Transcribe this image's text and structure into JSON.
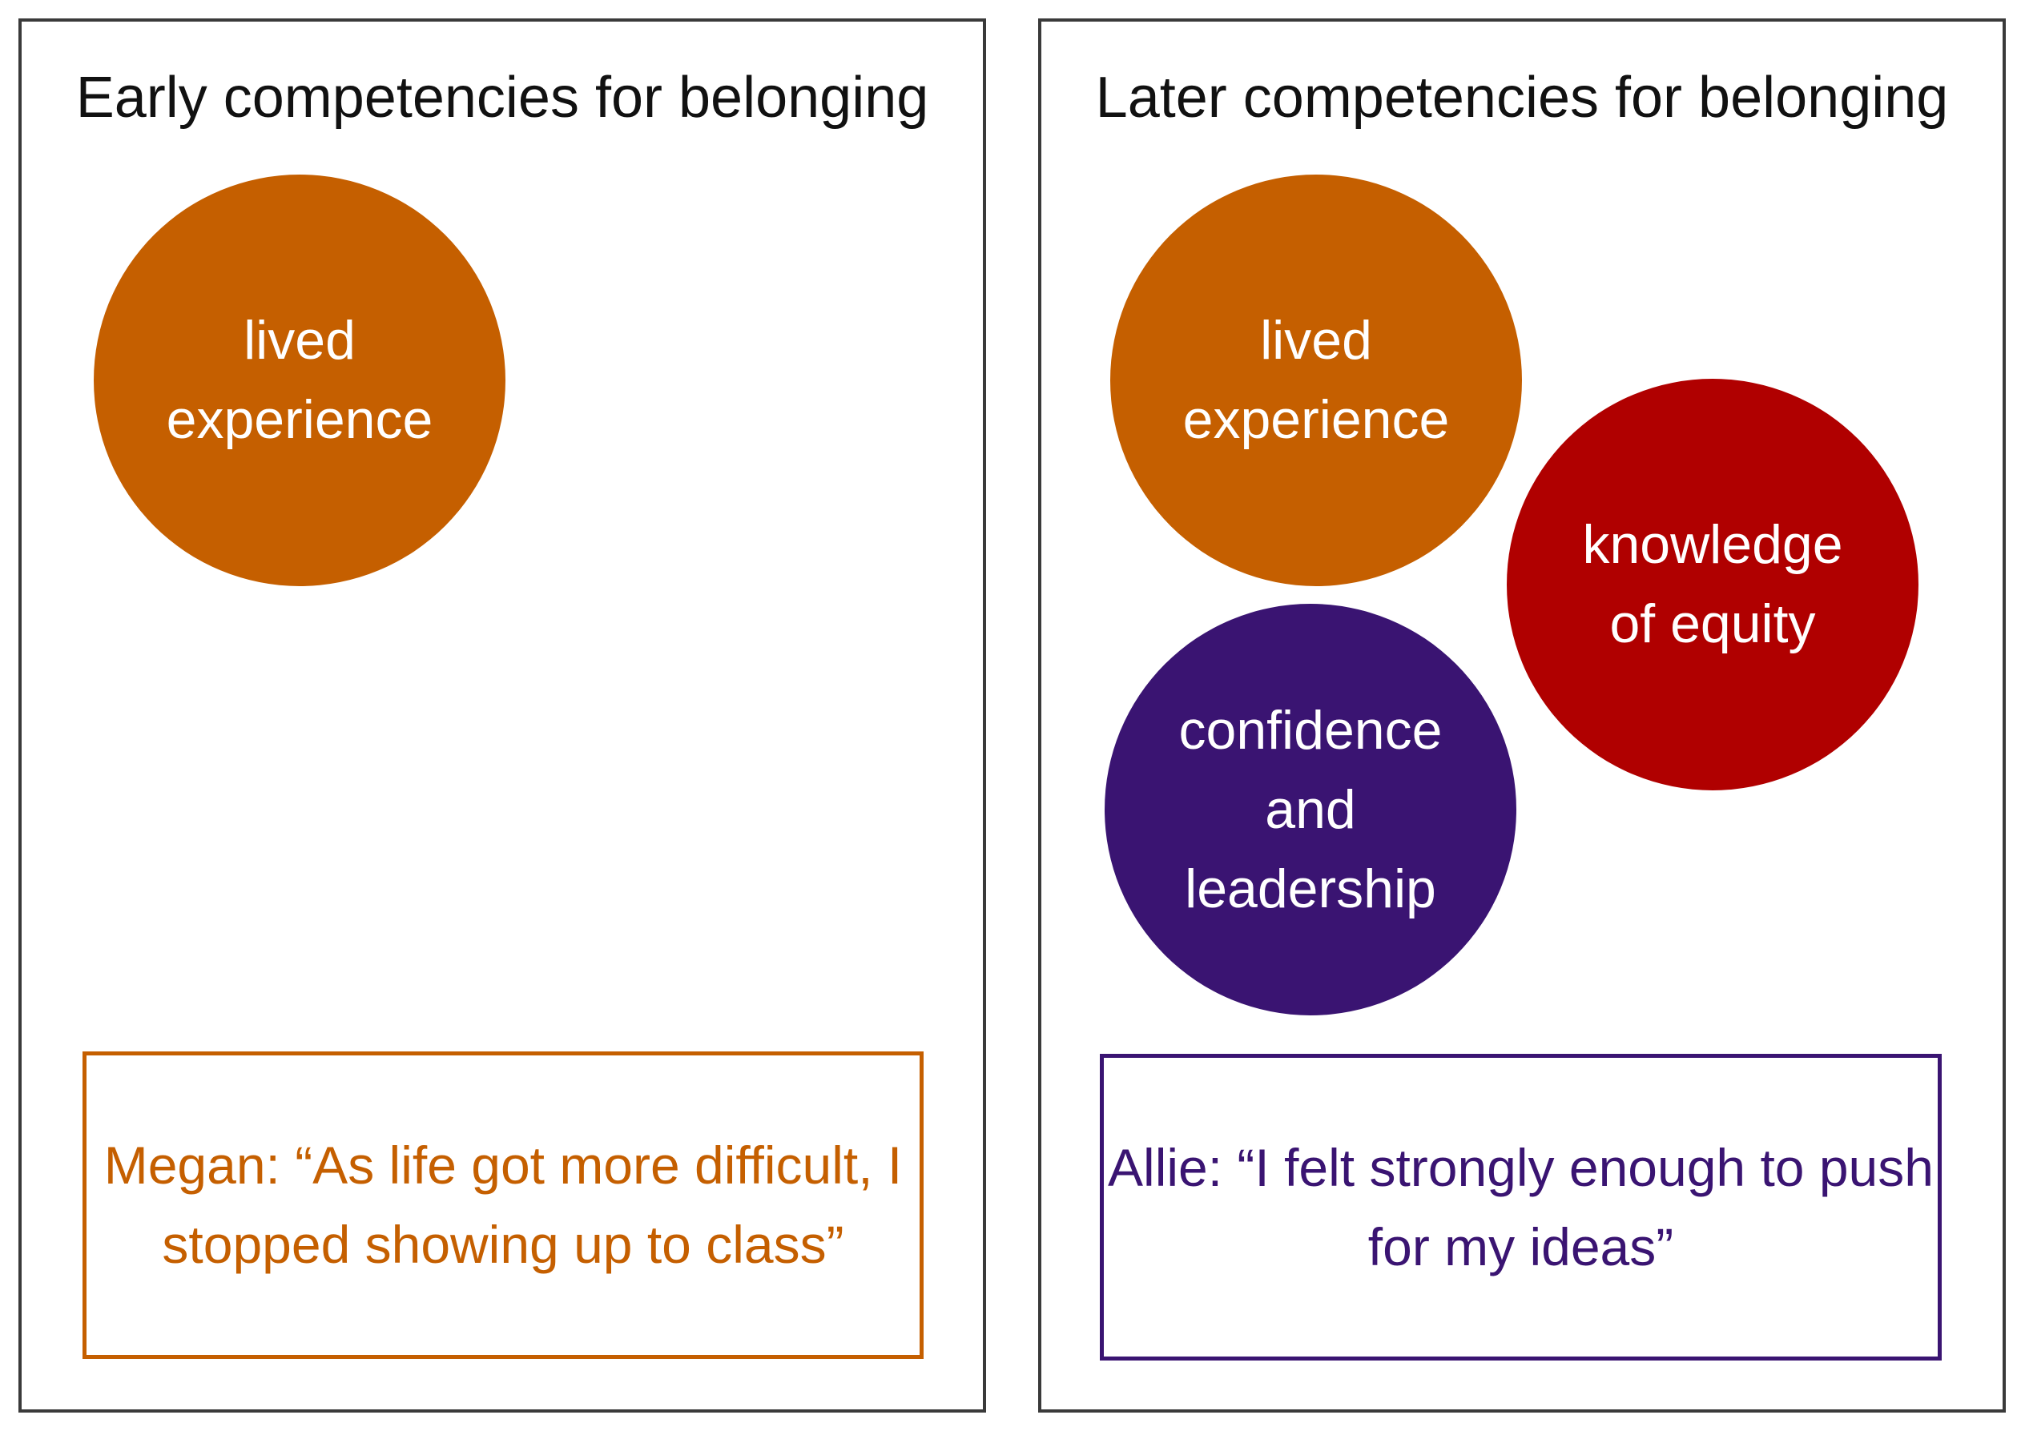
{
  "colors": {
    "lived_experience": "#c55f00",
    "knowledge_of_equity": "#b00000",
    "confidence_and_leadership": "#3a1472",
    "early_quote": "#c55f00",
    "later_quote": "#3a1472"
  },
  "early": {
    "title": "Early competencies for belonging",
    "circles": [
      {
        "label": "lived\nexperience"
      }
    ],
    "quote": "Megan: “As life got more difficult, I stopped showing up to class”"
  },
  "later": {
    "title": "Later competencies for belonging",
    "circles": [
      {
        "label": "lived\nexperience"
      },
      {
        "label": "knowledge\nof equity"
      },
      {
        "label": "confidence\nand\nleadership"
      }
    ],
    "quote": "Allie: “I felt strongly enough to push for my ideas”"
  }
}
